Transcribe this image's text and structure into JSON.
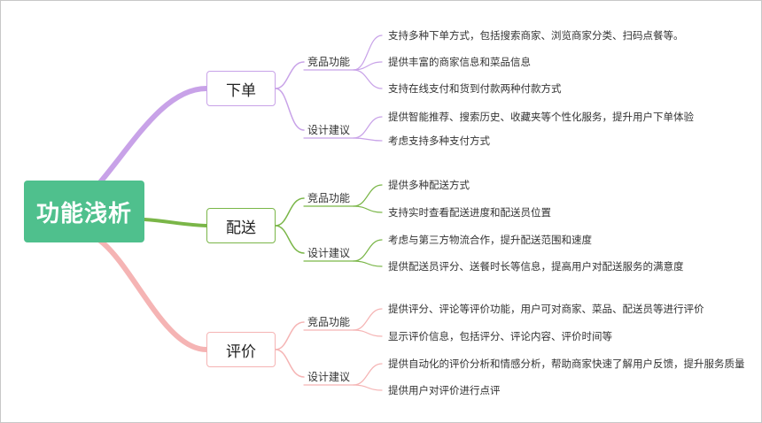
{
  "root": {
    "label": "功能浅析",
    "color": "#4fc08d"
  },
  "branches": [
    {
      "label": "下单",
      "color": "#c8a2e8",
      "groups": [
        {
          "label": "竞品功能",
          "items": [
            "支持多种下单方式，包括搜索商家、浏览商家分类、扫码点餐等。",
            "提供丰富的商家信息和菜品信息",
            "支持在线支付和货到付款两种付款方式"
          ]
        },
        {
          "label": "设计建议",
          "items": [
            "提供智能推荐、搜索历史、收藏夹等个性化服务，提升用户下单体验",
            "考虑支持多种支付方式"
          ]
        }
      ]
    },
    {
      "label": "配送",
      "color": "#7ab648",
      "groups": [
        {
          "label": "竞品功能",
          "items": [
            "提供多种配送方式",
            "支持实时查看配送进度和配送员位置"
          ]
        },
        {
          "label": "设计建议",
          "items": [
            "考虑与第三方物流合作，提升配送范围和速度",
            "提供配送员评分、送餐时长等信息，提高用户对配送服务的满意度"
          ]
        }
      ]
    },
    {
      "label": "评价",
      "color": "#f5b4b4",
      "groups": [
        {
          "label": "竞品功能",
          "items": [
            "提供评分、评论等评价功能，用户可对商家、菜品、配送员等进行评价",
            "显示评价信息，包括评分、评论内容、评价时间等"
          ]
        },
        {
          "label": "设计建议",
          "items": [
            "提供自动化的评价分析和情感分析，帮助商家快速了解用户反馈，提升服务质量",
            "提供用户对评价进行点评"
          ]
        }
      ]
    }
  ]
}
